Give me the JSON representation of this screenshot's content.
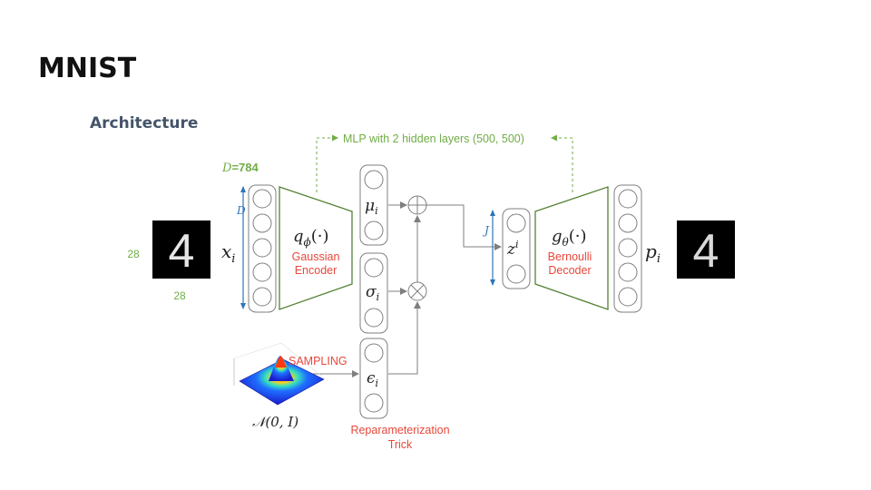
{
  "slide": {
    "title": "MNIST",
    "section": "Architecture"
  },
  "mlp_note": "MLP with 2 hidden layers (500, 500)",
  "input": {
    "dim_label_italic": "D",
    "dim_label_rest": "=784",
    "side_label": "D",
    "height_label": "28",
    "width_label": "28",
    "var_base": "x",
    "var_sub": "i",
    "digit": "4"
  },
  "encoder": {
    "func_base": "q",
    "func_sub": "ϕ",
    "func_arg": "(·)",
    "name_line1": "Gaussian",
    "name_line2": "Encoder"
  },
  "mu": {
    "base": "μ",
    "sub": "i"
  },
  "sigma": {
    "base": "σ",
    "sub": "i"
  },
  "epsilon": {
    "base": "ϵ",
    "sub": "i"
  },
  "latent": {
    "side_label": "J",
    "base": "z",
    "sup": "i"
  },
  "decoder": {
    "func_base": "g",
    "func_sub": "θ",
    "func_arg": "(·)",
    "name_line1": "Bernoulli",
    "name_line2": "Decoder"
  },
  "output": {
    "var_base": "p",
    "var_sub": "i",
    "digit": "4"
  },
  "sampling": {
    "label": "SAMPLING",
    "dist_label": "𝒩(0, I)"
  },
  "reparam": {
    "line1": "Reparameterization",
    "line2": "Trick"
  },
  "colors": {
    "encoder_outline": "#548235",
    "accent_green": "#70ad47",
    "accent_red": "#e8473a",
    "axis_blue": "#2e75b6",
    "box_gray": "#7f7f7f"
  }
}
